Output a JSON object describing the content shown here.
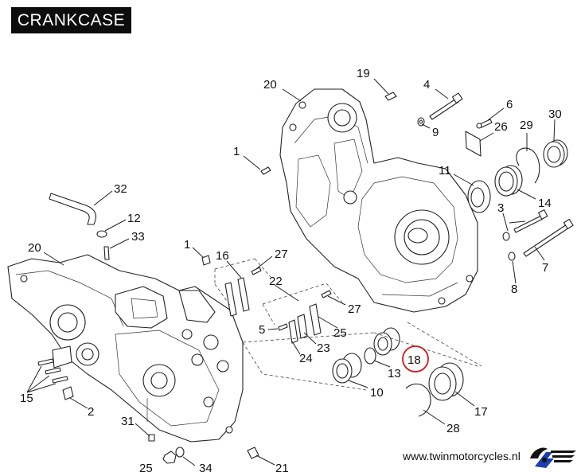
{
  "title": "CRANKCASE",
  "website": "www.twinmotorcycles.nl",
  "highlight_color": "#cc1b1b",
  "logo_icon": "twin-motorcycles-logo-icon",
  "callouts": [
    {
      "id": "19",
      "label": "19"
    },
    {
      "id": "20-top",
      "label": "20"
    },
    {
      "id": "4",
      "label": "4"
    },
    {
      "id": "6",
      "label": "6"
    },
    {
      "id": "30",
      "label": "30"
    },
    {
      "id": "9",
      "label": "9"
    },
    {
      "id": "26",
      "label": "26"
    },
    {
      "id": "29",
      "label": "29"
    },
    {
      "id": "1-top",
      "label": "1"
    },
    {
      "id": "11",
      "label": "11"
    },
    {
      "id": "14",
      "label": "14"
    },
    {
      "id": "32",
      "label": "32"
    },
    {
      "id": "12",
      "label": "12"
    },
    {
      "id": "3",
      "label": "3"
    },
    {
      "id": "33",
      "label": "33"
    },
    {
      "id": "20-left",
      "label": "20"
    },
    {
      "id": "1-mid",
      "label": "1"
    },
    {
      "id": "16",
      "label": "16"
    },
    {
      "id": "27-a",
      "label": "27"
    },
    {
      "id": "7",
      "label": "7"
    },
    {
      "id": "8",
      "label": "8"
    },
    {
      "id": "22",
      "label": "22"
    },
    {
      "id": "27-b",
      "label": "27"
    },
    {
      "id": "5",
      "label": "5"
    },
    {
      "id": "25-a",
      "label": "25"
    },
    {
      "id": "23",
      "label": "23"
    },
    {
      "id": "24",
      "label": "24"
    },
    {
      "id": "18",
      "label": "18"
    },
    {
      "id": "13",
      "label": "13"
    },
    {
      "id": "15",
      "label": "15"
    },
    {
      "id": "10",
      "label": "10"
    },
    {
      "id": "17",
      "label": "17"
    },
    {
      "id": "2",
      "label": "2"
    },
    {
      "id": "31",
      "label": "31"
    },
    {
      "id": "28",
      "label": "28"
    },
    {
      "id": "25-b",
      "label": "25"
    },
    {
      "id": "34",
      "label": "34"
    },
    {
      "id": "21",
      "label": "21"
    }
  ]
}
